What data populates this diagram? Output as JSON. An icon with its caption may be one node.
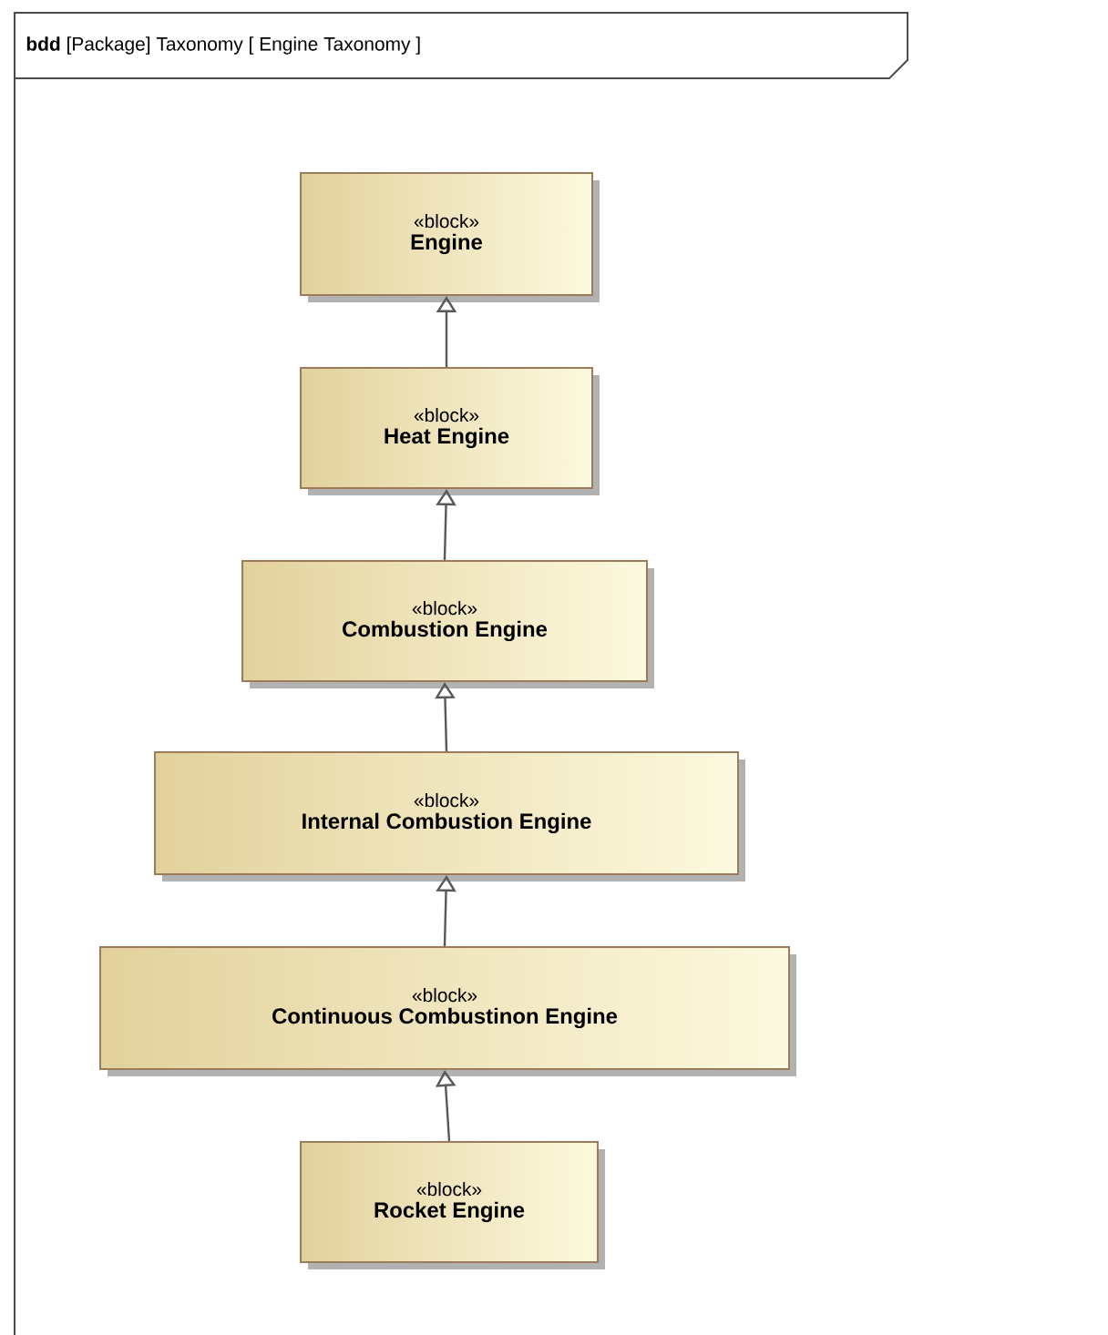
{
  "diagram": {
    "title": "**bdd** [Package] Taxonomy [ Engine Taxonomy ]",
    "nodes": [
      {
        "text": [
          "«block»",
          "Engine"
        ]
      },
      {
        "text": [
          "«block»",
          "Heat Engine"
        ]
      },
      {
        "text": [
          "«block»",
          "Combustion Engine"
        ]
      },
      {
        "text": [
          "«block»",
          "Internal Combustion Engine"
        ]
      },
      {
        "text": [
          "«block»",
          "Continuous Combustinon Engine"
        ]
      },
      {
        "text": [
          "«block»",
          "Rocket Engine"
        ]
      }
    ],
    "edges": [
      {
        "from": 1,
        "to": 0,
        "arrow": "to"
      },
      {
        "from": 2,
        "to": 1,
        "arrow": "to"
      },
      {
        "from": 3,
        "to": 2,
        "arrow": "to"
      },
      {
        "from": 4,
        "to": 3,
        "arrow": "to"
      },
      {
        "from": 5,
        "to": 4,
        "arrow": "to"
      }
    ]
  }
}
